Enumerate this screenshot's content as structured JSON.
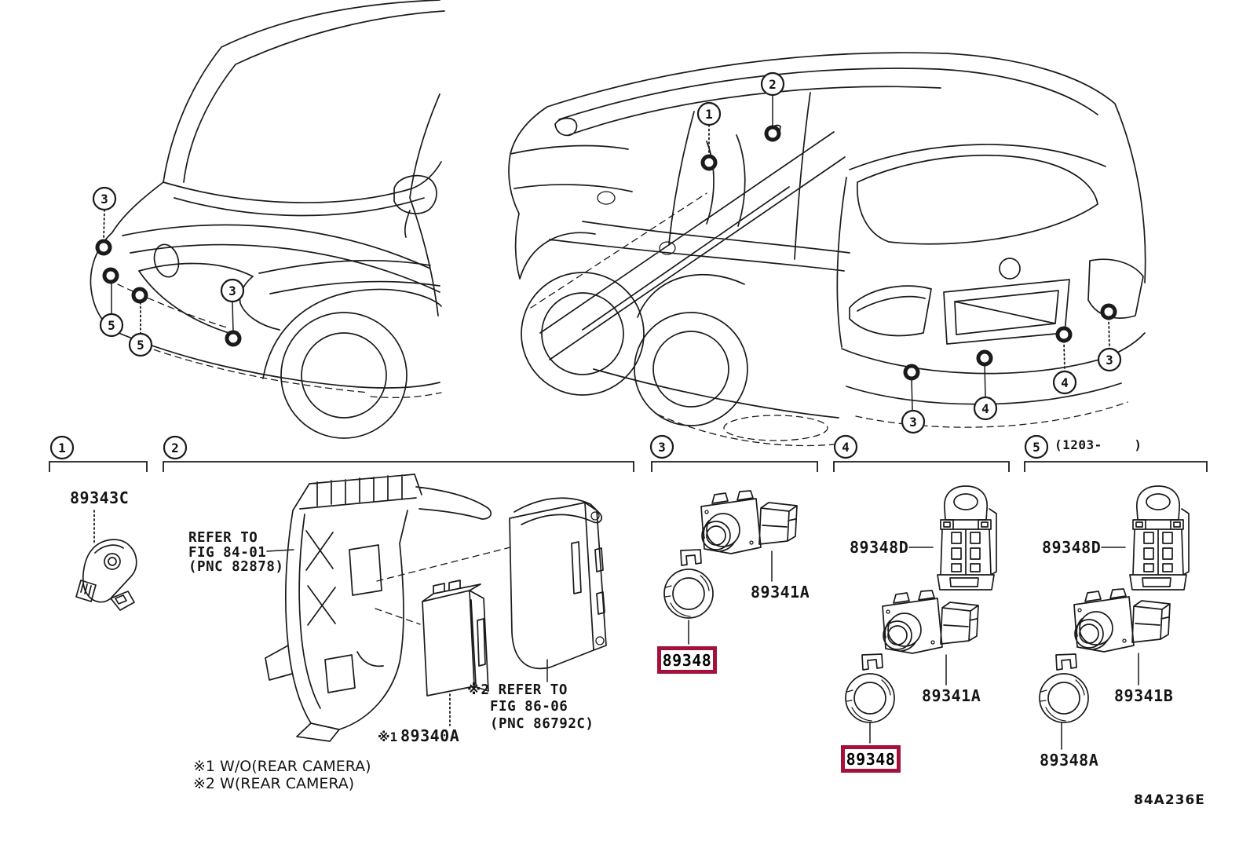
{
  "figure_code": "84A236E",
  "colors": {
    "highlight_box": "#a4123c",
    "line_art": "#1a1a1a",
    "background": "#ffffff"
  },
  "section_headers": [
    {
      "label": "1"
    },
    {
      "label": "2"
    },
    {
      "label": "3"
    },
    {
      "label": "4"
    },
    {
      "label": "5",
      "suffix": "(1203-    )"
    }
  ],
  "car_callouts": {
    "front_car": [
      "3",
      "5",
      "5",
      "3"
    ],
    "rear_car": [
      "1",
      "2",
      "3",
      "4",
      "4",
      "3"
    ]
  },
  "sections": {
    "s1": {
      "part_sensor": "89343C"
    },
    "s2": {
      "refer1_line1": "REFER TO",
      "refer1_line2": "FIG 84-01",
      "refer1_line3": "(PNC 82878)",
      "part_prefix": "※1",
      "part_module": "89340A",
      "refer2_line1": "※2 REFER TO",
      "refer2_line2": "FIG 86-06",
      "refer2_line3": "(PNC 86792C)",
      "footnote1": "※1 W/O(REAR CAMERA)",
      "footnote2": "※2 W(REAR CAMERA)"
    },
    "s3": {
      "part_sensor": "89341A",
      "part_retainer": "89348"
    },
    "s4": {
      "part_holder": "89348D",
      "part_sensor": "89341A",
      "part_retainer": "89348"
    },
    "s5": {
      "part_holder": "89348D",
      "part_sensor": "89341B",
      "part_retainer": "89348A"
    }
  }
}
